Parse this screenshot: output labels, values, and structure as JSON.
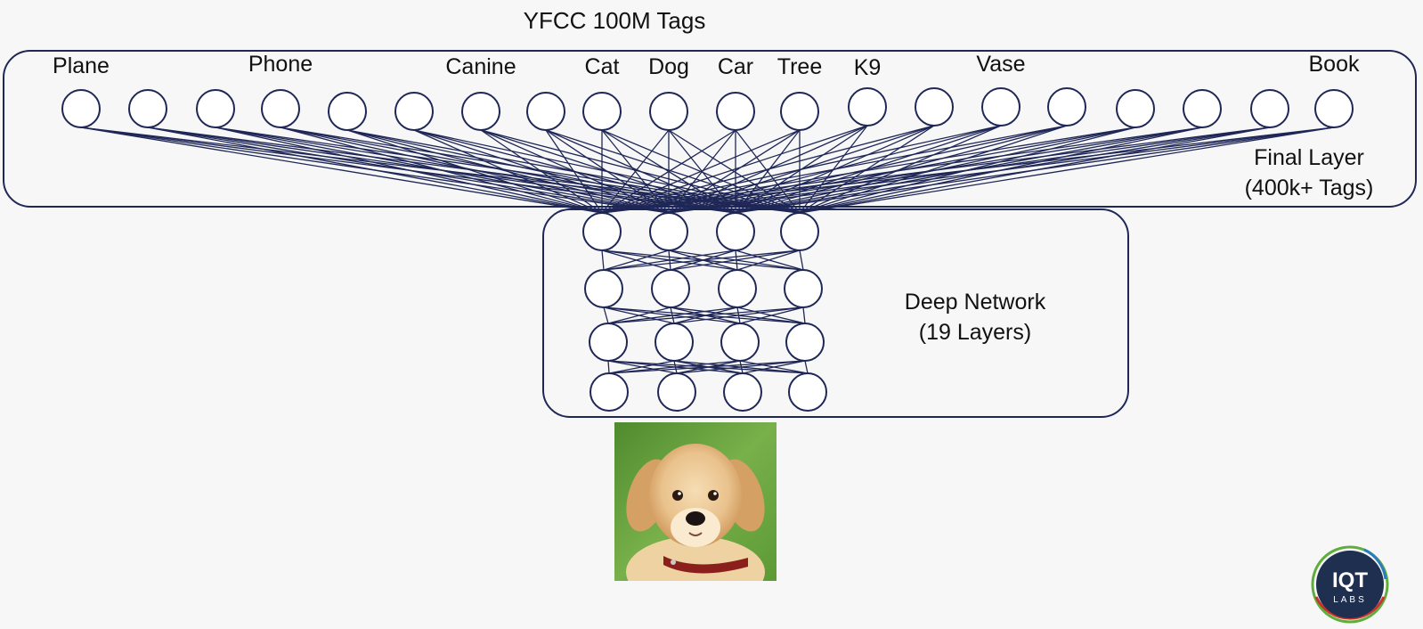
{
  "title": "YFCC 100M Tags",
  "final_layer": {
    "tags": [
      "Plane",
      "",
      "",
      "Phone",
      "",
      "",
      "Canine",
      "",
      "Cat",
      "Dog",
      "Car",
      "Tree",
      "K9",
      "",
      "Vase",
      "",
      "",
      "",
      "",
      "Book"
    ],
    "label_line1": "Final Layer",
    "label_line2": "(400k+ Tags)"
  },
  "deep_network": {
    "label_line1": "Deep Network",
    "label_line2": "(19 Layers)"
  },
  "logo": {
    "line1": "IQT",
    "line2": "LABS"
  },
  "colors": {
    "background": "#f7f7f7",
    "stroke": "#1f2757",
    "logo_navy": "#1f2f4f",
    "logo_ring_red": "#c8302c",
    "logo_ring_green": "#5fae3b",
    "logo_ring_blue": "#2b7bbf"
  },
  "input_image": "puppy-photo"
}
